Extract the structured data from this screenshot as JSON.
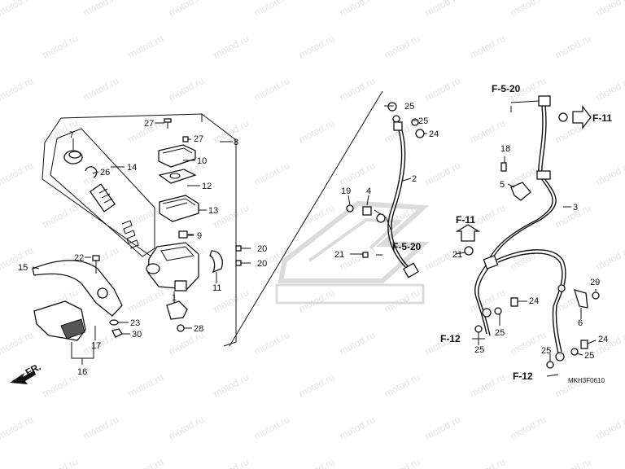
{
  "watermark": "motod.ru",
  "diagram_code": "MKH3F0610",
  "direction_label": "FR.",
  "labels": {
    "p1": "1",
    "p2": "2",
    "p3": "3",
    "p4": "4",
    "p5": "5",
    "p6": "6",
    "p7": "7",
    "p8": "8",
    "p9": "9",
    "p10": "10",
    "p11": "11",
    "p12": "12",
    "p13": "13",
    "p14": "14",
    "p15": "15",
    "p16": "16",
    "p17": "17",
    "p18": "18",
    "p19": "19",
    "p20": "20",
    "p21": "21",
    "p22": "22",
    "p23": "23",
    "p24": "24",
    "p25": "25",
    "p26": "26",
    "p27": "27",
    "p28": "28",
    "p29": "29",
    "p30": "30"
  },
  "refs": {
    "f520": "F-5-20",
    "f11": "F-11",
    "f12": "F-12"
  },
  "colors": {
    "line": "#111111",
    "watermark": "#e4e4e4",
    "logo": "#d8d8d8"
  }
}
